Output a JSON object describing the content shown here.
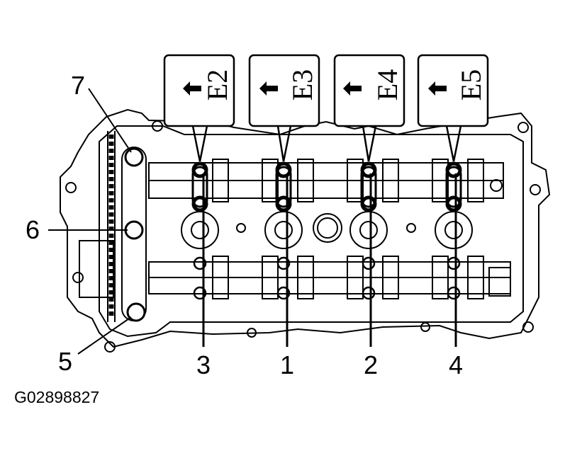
{
  "figure": {
    "id": "G02898827"
  },
  "callouts": [
    {
      "label": "E2"
    },
    {
      "label": "E3"
    },
    {
      "label": "E4"
    },
    {
      "label": "E5"
    }
  ],
  "bolt_labels": {
    "bottom": [
      "3",
      "1",
      "2",
      "4"
    ],
    "left": [
      "7",
      "6",
      "5"
    ]
  },
  "colors": {
    "ink": "#000000",
    "paper": "#ffffff"
  }
}
